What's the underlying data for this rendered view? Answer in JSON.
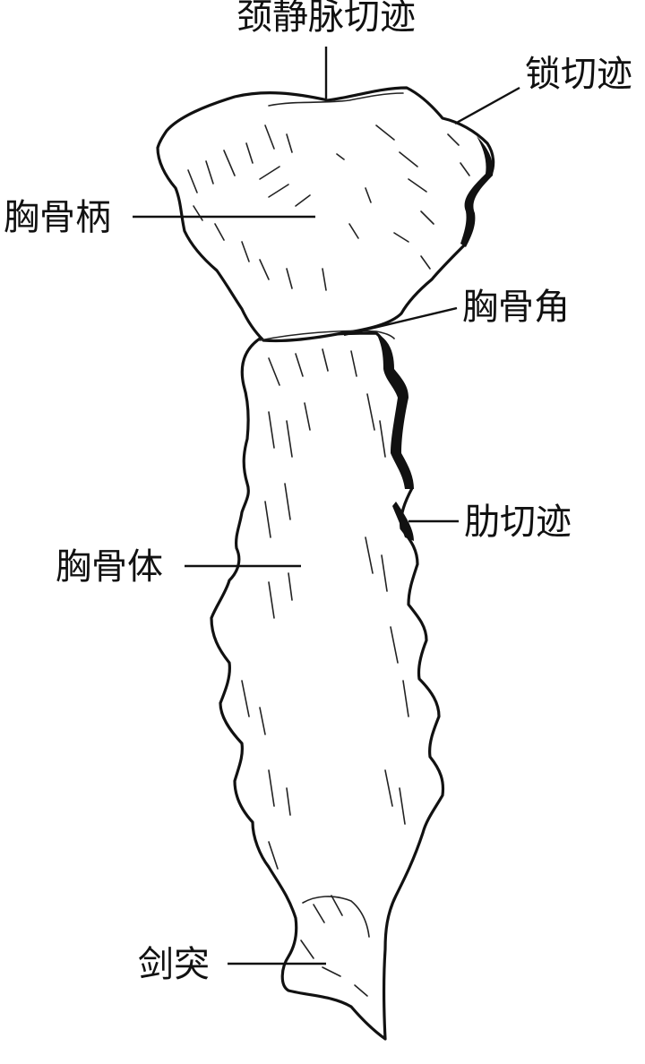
{
  "labels": {
    "jugular_notch": "颈静脉切迹",
    "clavicular_notch": "锁切迹",
    "manubrium": "胸骨柄",
    "sternal_angle": "胸骨角",
    "costal_notch": "肋切迹",
    "body": "胸骨体",
    "xiphoid": "剑突"
  },
  "colors": {
    "ink": "#111111",
    "paper": "#ffffff"
  }
}
